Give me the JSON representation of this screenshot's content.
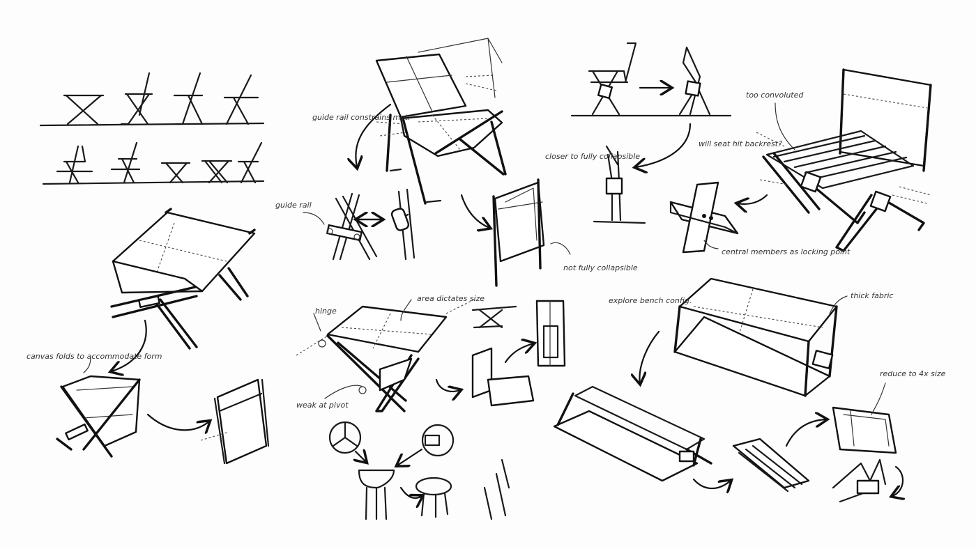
{
  "annotations": {
    "guide_rail_constrains": "guide rail constrains mvt.",
    "guide_rail": "guide rail",
    "not_fully_collapsible": "not fully collapsible",
    "closer_to_collapsible": "closer to fully collapsible",
    "will_seat_hit_backrest": "will seat hit backrest?",
    "too_convoluted": "too convoluted",
    "central_members": "central members as locking point",
    "canvas_folds": "canvas folds to accommodate form",
    "hinge": "hinge",
    "area_dictates_size": "area dictates size",
    "weak_at_pivot": "weak at pivot",
    "explore_bench": "explore bench config.",
    "thick_fabric": "thick fabric",
    "reduce_size": "reduce to 4x size"
  }
}
